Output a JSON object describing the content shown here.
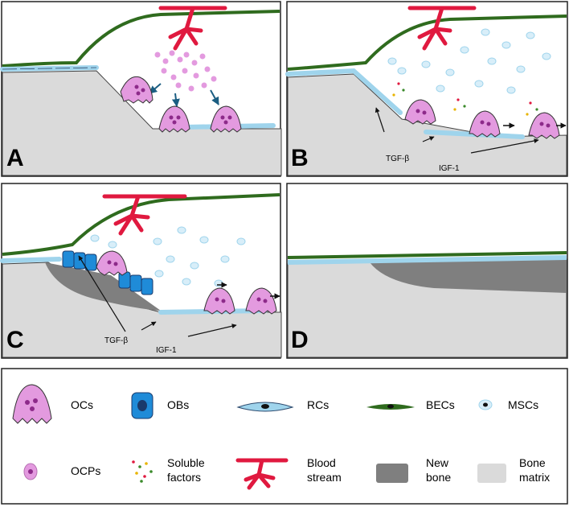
{
  "panels": [
    {
      "letter": "A"
    },
    {
      "letter": "B",
      "labels": {
        "tgf": "TGF-β",
        "igf": "IGF-1"
      }
    },
    {
      "letter": "C",
      "labels": {
        "tgf": "TGF-β",
        "igf": "IGF-1"
      }
    },
    {
      "letter": "D"
    }
  ],
  "legend": {
    "items": [
      {
        "icon": "osteoclast-icon",
        "label": "OCs"
      },
      {
        "icon": "osteoblast-icon",
        "label": "OBs"
      },
      {
        "icon": "reversal-cell-icon",
        "label": "RCs"
      },
      {
        "icon": "endothelial-cell-icon",
        "label": "BECs"
      },
      {
        "icon": "msc-icon",
        "label": "MSCs"
      },
      {
        "icon": "ocp-icon",
        "label": "OCPs"
      },
      {
        "icon": "soluble-factors-icon",
        "label_line1": "Soluble",
        "label_line2": "factors"
      },
      {
        "icon": "blood-vessel-icon",
        "label_line1": "Blood",
        "label_line2": "stream"
      },
      {
        "icon": "new-bone-swatch",
        "label_line1": "New",
        "label_line2": "bone"
      },
      {
        "icon": "bone-matrix-swatch",
        "label_line1": "Bone",
        "label_line2": "matrix"
      }
    ]
  },
  "colors": {
    "bone": "#dadada",
    "new_bone": "#7f7f7f",
    "lining": "#9fd4ec",
    "lining_stroke": "#2c4a6e",
    "endothelial": "#2f6b1e",
    "vessel": "#e0193f",
    "osteoclast": "#e39adf",
    "osteoclast_nuclei": "#8d2a8a",
    "osteoblast": "#1f8bd8",
    "msc": "#d8eef9",
    "arrow_teal": "#1b5e82"
  }
}
